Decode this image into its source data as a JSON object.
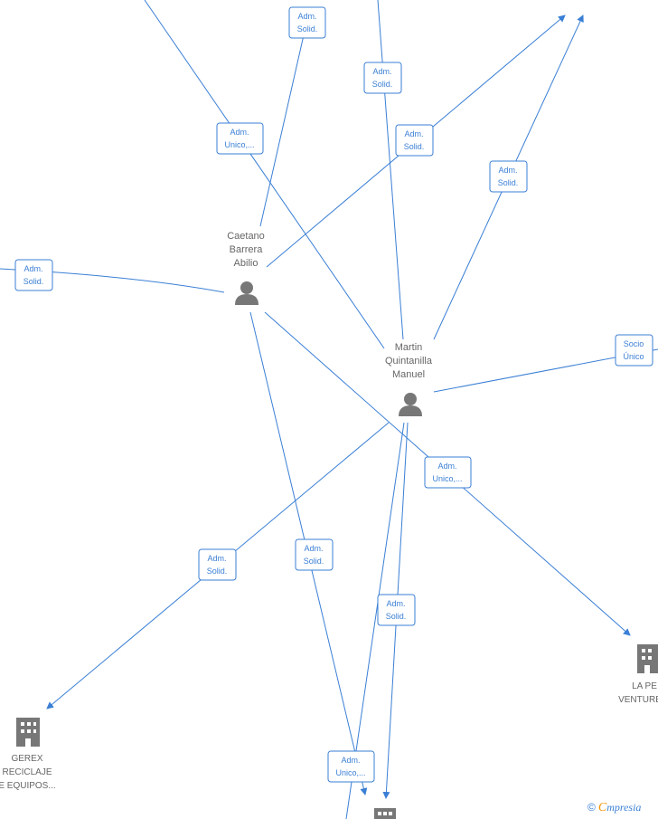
{
  "persons": [
    {
      "id": "caetano",
      "lines": [
        "Caetano",
        "Barrera",
        "Abilio"
      ],
      "icon": "person-icon"
    },
    {
      "id": "martin",
      "lines": [
        "Martin",
        "Quintanilla",
        "Manuel"
      ],
      "icon": "person-icon"
    }
  ],
  "companies": [
    {
      "id": "gerex",
      "lines": [
        "GEREX",
        "RECICLAJE",
        "E EQUIPOS..."
      ],
      "icon": "building-icon"
    },
    {
      "id": "la_pe",
      "lines": [
        "LA PE",
        "VENTURE"
      ],
      "icon": "building-icon"
    },
    {
      "id": "bottom_company",
      "lines": [],
      "icon": "building-icon"
    }
  ],
  "edge_labels": [
    {
      "id": "l1",
      "lines": [
        "Adm.",
        "Solid."
      ]
    },
    {
      "id": "l2",
      "lines": [
        "Adm.",
        "Solid."
      ]
    },
    {
      "id": "l3",
      "lines": [
        "Adm.",
        "Unico,..."
      ]
    },
    {
      "id": "l4",
      "lines": [
        "Adm.",
        "Solid."
      ]
    },
    {
      "id": "l5",
      "lines": [
        "Adm.",
        "Solid."
      ]
    },
    {
      "id": "l6",
      "lines": [
        "Adm.",
        "Solid."
      ]
    },
    {
      "id": "l7",
      "lines": [
        "Socio",
        "Único"
      ]
    },
    {
      "id": "l8",
      "lines": [
        "Adm.",
        "Unico,..."
      ]
    },
    {
      "id": "l9",
      "lines": [
        "Adm.",
        "Solid."
      ]
    },
    {
      "id": "l10",
      "lines": [
        "Adm.",
        "Solid."
      ]
    },
    {
      "id": "l11",
      "lines": [
        "Adm.",
        "Solid."
      ]
    },
    {
      "id": "l12",
      "lines": [
        "Adm.",
        "Unico,..."
      ]
    }
  ],
  "watermark": {
    "copyright": "©",
    "brand_first": "C",
    "brand_rest": "mpresia"
  },
  "colors": {
    "edge": "#3a7fd5",
    "icon": "#777777",
    "label": "#666666",
    "accent": "#f29400"
  }
}
